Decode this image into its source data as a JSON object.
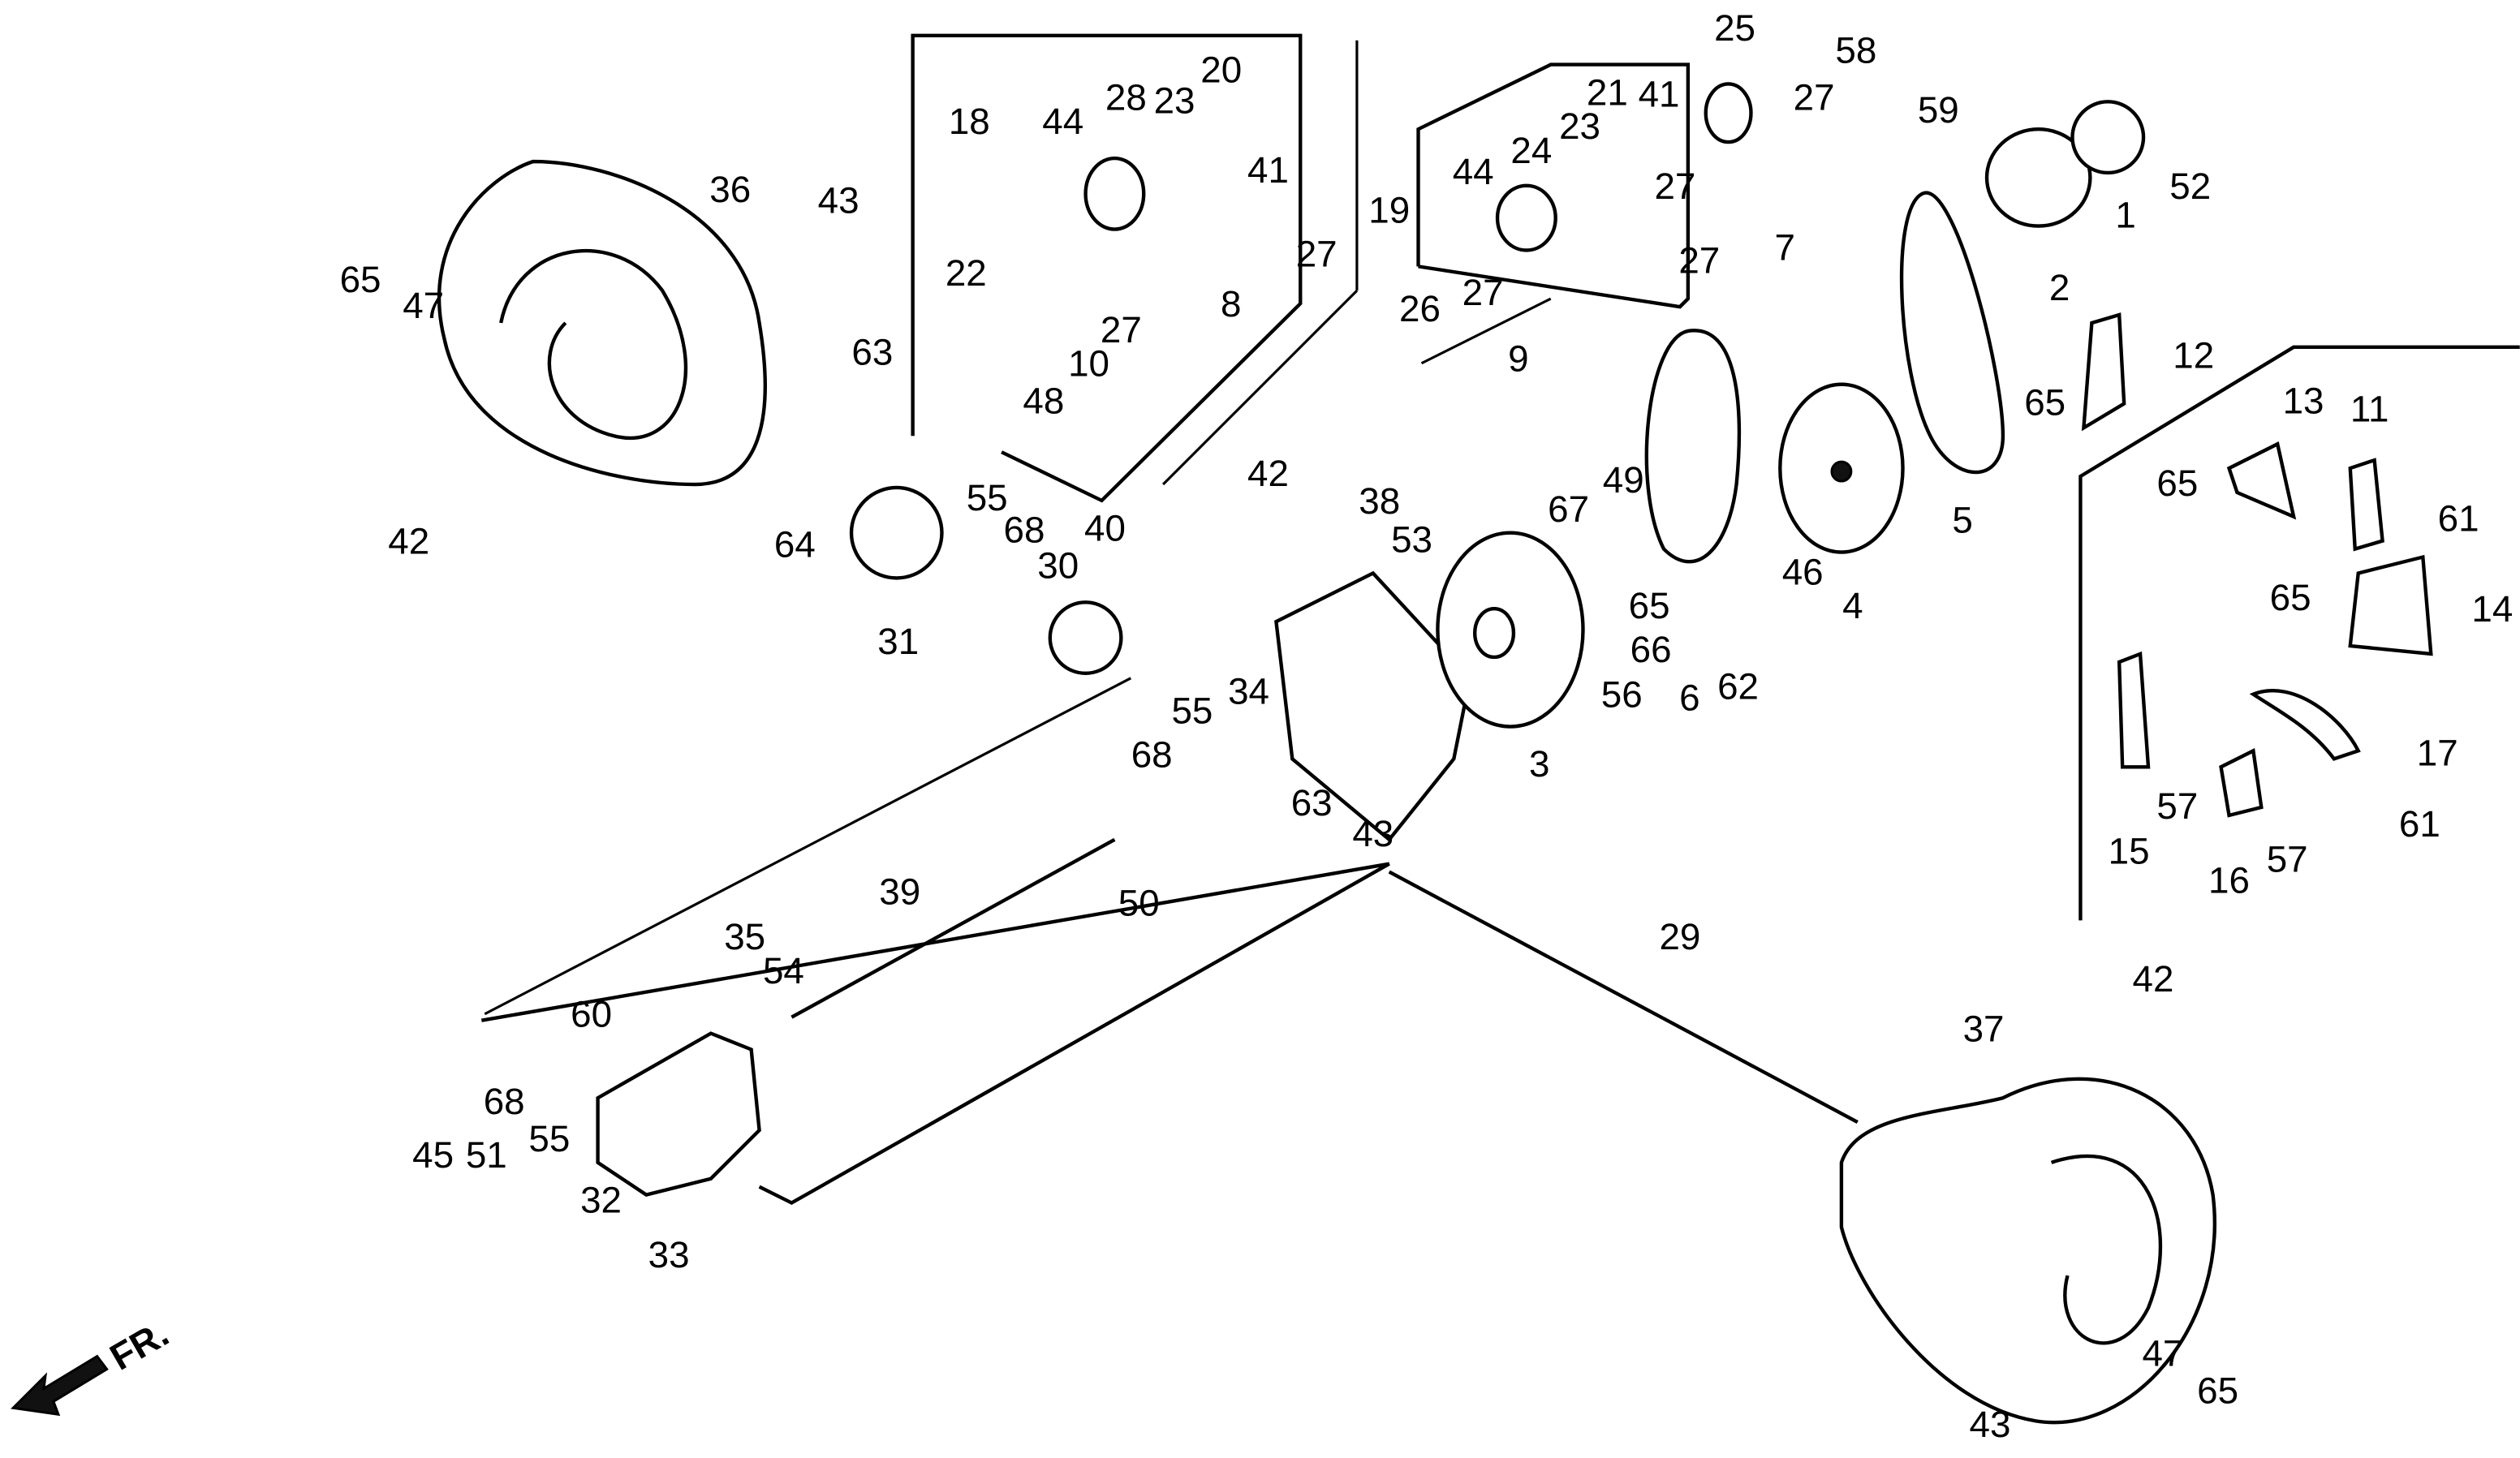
{
  "diagram": {
    "direction_label": "FR.",
    "colors": {
      "ink": "#000000",
      "paper": "#ffffff"
    },
    "part_labels": [
      {
        "id": "1",
        "text": "1"
      },
      {
        "id": "2",
        "text": "2"
      },
      {
        "id": "3",
        "text": "3"
      },
      {
        "id": "4",
        "text": "4"
      },
      {
        "id": "5",
        "text": "5"
      },
      {
        "id": "6",
        "text": "6"
      },
      {
        "id": "7",
        "text": "7"
      },
      {
        "id": "8",
        "text": "8"
      },
      {
        "id": "9",
        "text": "9"
      },
      {
        "id": "10",
        "text": "10"
      },
      {
        "id": "11",
        "text": "11"
      },
      {
        "id": "12",
        "text": "12"
      },
      {
        "id": "13",
        "text": "13"
      },
      {
        "id": "14",
        "text": "14"
      },
      {
        "id": "15",
        "text": "15"
      },
      {
        "id": "16",
        "text": "16"
      },
      {
        "id": "17",
        "text": "17"
      },
      {
        "id": "18",
        "text": "18"
      },
      {
        "id": "19",
        "text": "19"
      },
      {
        "id": "20",
        "text": "20"
      },
      {
        "id": "21",
        "text": "21"
      },
      {
        "id": "22",
        "text": "22"
      },
      {
        "id": "23a",
        "text": "23"
      },
      {
        "id": "23b",
        "text": "23"
      },
      {
        "id": "24",
        "text": "24"
      },
      {
        "id": "25",
        "text": "25"
      },
      {
        "id": "26",
        "text": "26"
      },
      {
        "id": "27a",
        "text": "27"
      },
      {
        "id": "27b",
        "text": "27"
      },
      {
        "id": "27c",
        "text": "27"
      },
      {
        "id": "27d",
        "text": "27"
      },
      {
        "id": "27e",
        "text": "27"
      },
      {
        "id": "27f",
        "text": "27"
      },
      {
        "id": "28",
        "text": "28"
      },
      {
        "id": "29",
        "text": "29"
      },
      {
        "id": "30",
        "text": "30"
      },
      {
        "id": "31",
        "text": "31"
      },
      {
        "id": "32",
        "text": "32"
      },
      {
        "id": "33",
        "text": "33"
      },
      {
        "id": "34",
        "text": "34"
      },
      {
        "id": "35",
        "text": "35"
      },
      {
        "id": "36",
        "text": "36"
      },
      {
        "id": "37",
        "text": "37"
      },
      {
        "id": "38",
        "text": "38"
      },
      {
        "id": "39",
        "text": "39"
      },
      {
        "id": "40",
        "text": "40"
      },
      {
        "id": "41a",
        "text": "41"
      },
      {
        "id": "41b",
        "text": "41"
      },
      {
        "id": "42a",
        "text": "42"
      },
      {
        "id": "42b",
        "text": "42"
      },
      {
        "id": "42c",
        "text": "42"
      },
      {
        "id": "43a",
        "text": "43"
      },
      {
        "id": "43b",
        "text": "43"
      },
      {
        "id": "43c",
        "text": "43"
      },
      {
        "id": "44a",
        "text": "44"
      },
      {
        "id": "44b",
        "text": "44"
      },
      {
        "id": "45",
        "text": "45"
      },
      {
        "id": "46",
        "text": "46"
      },
      {
        "id": "47a",
        "text": "47"
      },
      {
        "id": "47b",
        "text": "47"
      },
      {
        "id": "48",
        "text": "48"
      },
      {
        "id": "49",
        "text": "49"
      },
      {
        "id": "50",
        "text": "50"
      },
      {
        "id": "51",
        "text": "51"
      },
      {
        "id": "52",
        "text": "52"
      },
      {
        "id": "53",
        "text": "53"
      },
      {
        "id": "54",
        "text": "54"
      },
      {
        "id": "55a",
        "text": "55"
      },
      {
        "id": "55b",
        "text": "55"
      },
      {
        "id": "55c",
        "text": "55"
      },
      {
        "id": "56",
        "text": "56"
      },
      {
        "id": "57a",
        "text": "57"
      },
      {
        "id": "57b",
        "text": "57"
      },
      {
        "id": "58",
        "text": "58"
      },
      {
        "id": "59",
        "text": "59"
      },
      {
        "id": "60",
        "text": "60"
      },
      {
        "id": "61a",
        "text": "61"
      },
      {
        "id": "61b",
        "text": "61"
      },
      {
        "id": "62",
        "text": "62"
      },
      {
        "id": "63a",
        "text": "63"
      },
      {
        "id": "63b",
        "text": "63"
      },
      {
        "id": "64",
        "text": "64"
      },
      {
        "id": "65a",
        "text": "65"
      },
      {
        "id": "65b",
        "text": "65"
      },
      {
        "id": "65c",
        "text": "65"
      },
      {
        "id": "65d",
        "text": "65"
      },
      {
        "id": "65e",
        "text": "65"
      },
      {
        "id": "65f",
        "text": "65"
      },
      {
        "id": "66",
        "text": "66"
      },
      {
        "id": "67",
        "text": "67"
      },
      {
        "id": "68a",
        "text": "68"
      },
      {
        "id": "68b",
        "text": "68"
      },
      {
        "id": "68c",
        "text": "68"
      }
    ]
  }
}
